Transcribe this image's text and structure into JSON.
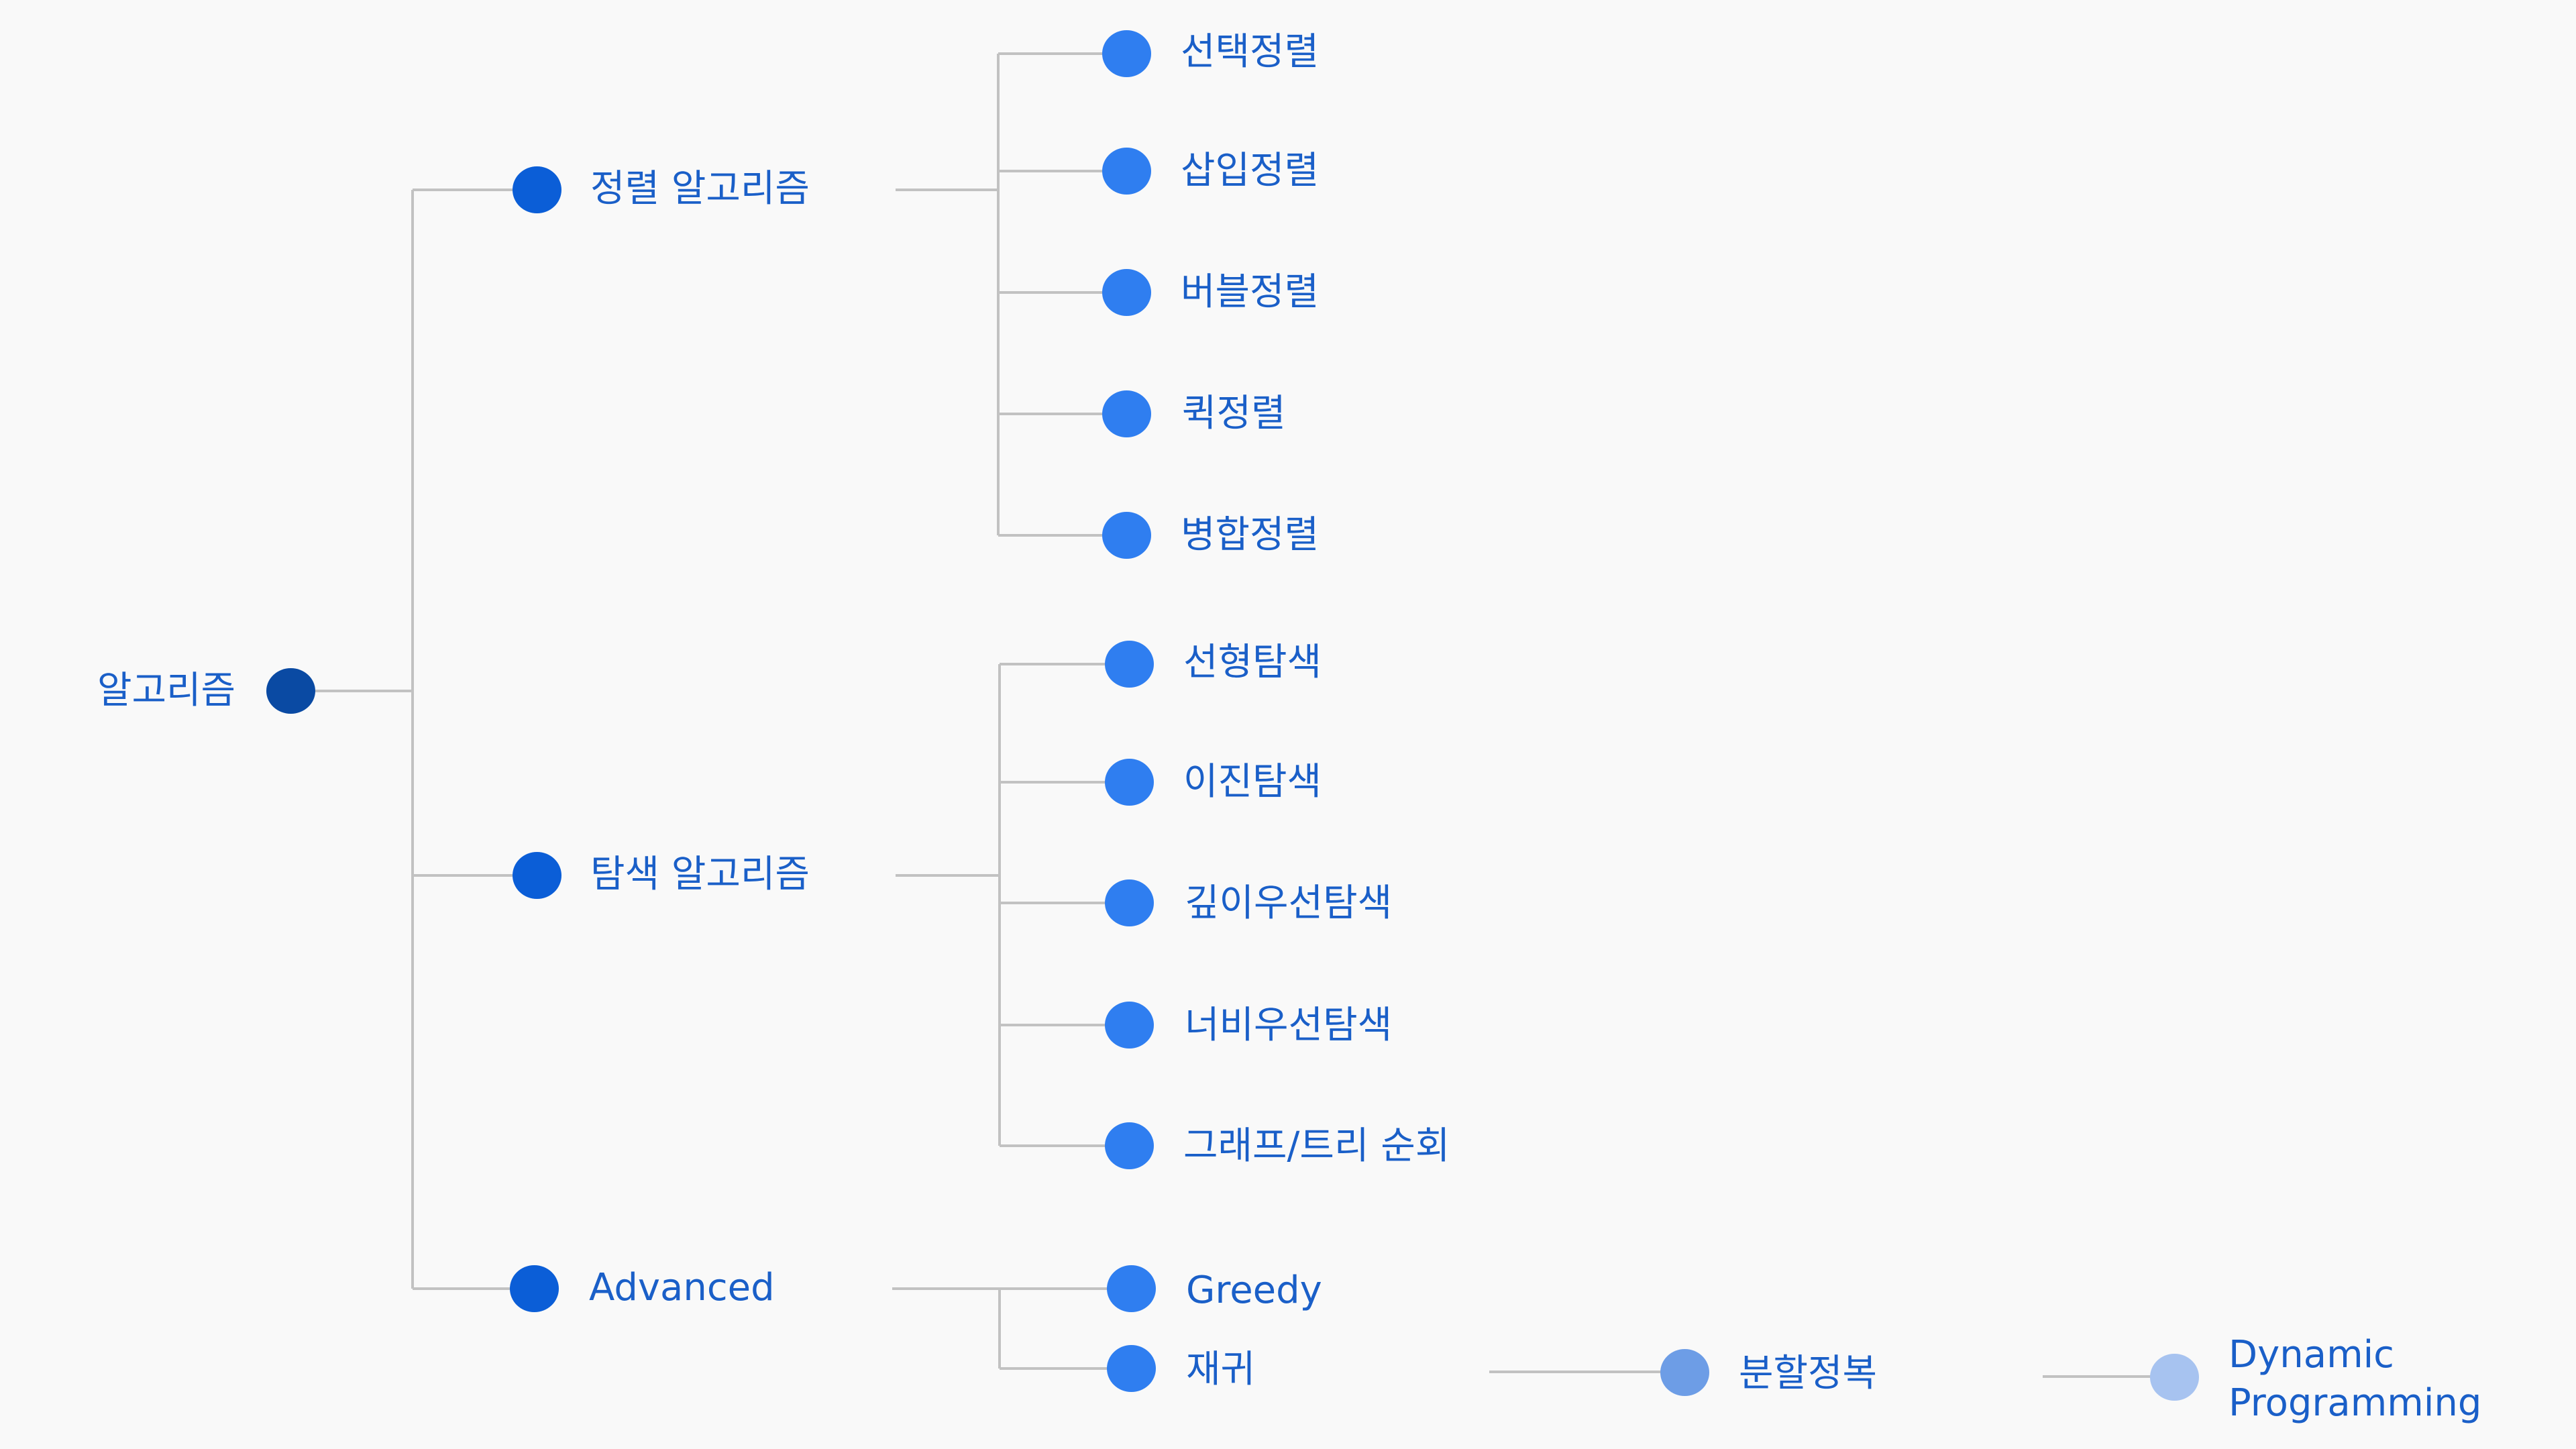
{
  "colors": {
    "background": "#f9f9f9",
    "link": "#c2c2c2",
    "label": "#1a5fc8",
    "root": "#0a4aa3",
    "level1": "#0b5ed7",
    "level2": "#2f7ef0",
    "level3": "#6d9de6",
    "level4": "#a7c3f0"
  },
  "nodes": {
    "root": {
      "label": "알고리즘",
      "level": 0
    },
    "sorting": {
      "label": "정렬 알고리즘",
      "level": 1
    },
    "searching": {
      "label": "탐색 알고리즘",
      "level": 1
    },
    "advanced": {
      "label": "Advanced",
      "level": 1
    },
    "selection_sort": {
      "label": "선택정렬",
      "level": 2
    },
    "insertion_sort": {
      "label": "삽입정렬",
      "level": 2
    },
    "bubble_sort": {
      "label": "버블정렬",
      "level": 2
    },
    "quick_sort": {
      "label": "퀵정렬",
      "level": 2
    },
    "merge_sort": {
      "label": "병합정렬",
      "level": 2
    },
    "linear_search": {
      "label": "선형탐색",
      "level": 2
    },
    "binary_search": {
      "label": "이진탐색",
      "level": 2
    },
    "dfs": {
      "label": "깊이우선탐색",
      "level": 2
    },
    "bfs": {
      "label": "너비우선탐색",
      "level": 2
    },
    "graph_tree_traversal": {
      "label": "그래프/트리 순회",
      "level": 2
    },
    "greedy": {
      "label": "Greedy",
      "level": 2
    },
    "recursion": {
      "label": "재귀",
      "level": 2
    },
    "divide_conquer": {
      "label": "분할정복",
      "level": 3
    },
    "dynamic_programming": {
      "label": "Dynamic Programming",
      "level": 4
    }
  },
  "edges": [
    [
      "root",
      "sorting"
    ],
    [
      "root",
      "searching"
    ],
    [
      "root",
      "advanced"
    ],
    [
      "sorting",
      "selection_sort"
    ],
    [
      "sorting",
      "insertion_sort"
    ],
    [
      "sorting",
      "bubble_sort"
    ],
    [
      "sorting",
      "quick_sort"
    ],
    [
      "sorting",
      "merge_sort"
    ],
    [
      "searching",
      "linear_search"
    ],
    [
      "searching",
      "binary_search"
    ],
    [
      "searching",
      "dfs"
    ],
    [
      "searching",
      "bfs"
    ],
    [
      "searching",
      "graph_tree_traversal"
    ],
    [
      "advanced",
      "greedy"
    ],
    [
      "advanced",
      "recursion"
    ],
    [
      "recursion",
      "divide_conquer"
    ],
    [
      "divide_conquer",
      "dynamic_programming"
    ]
  ]
}
